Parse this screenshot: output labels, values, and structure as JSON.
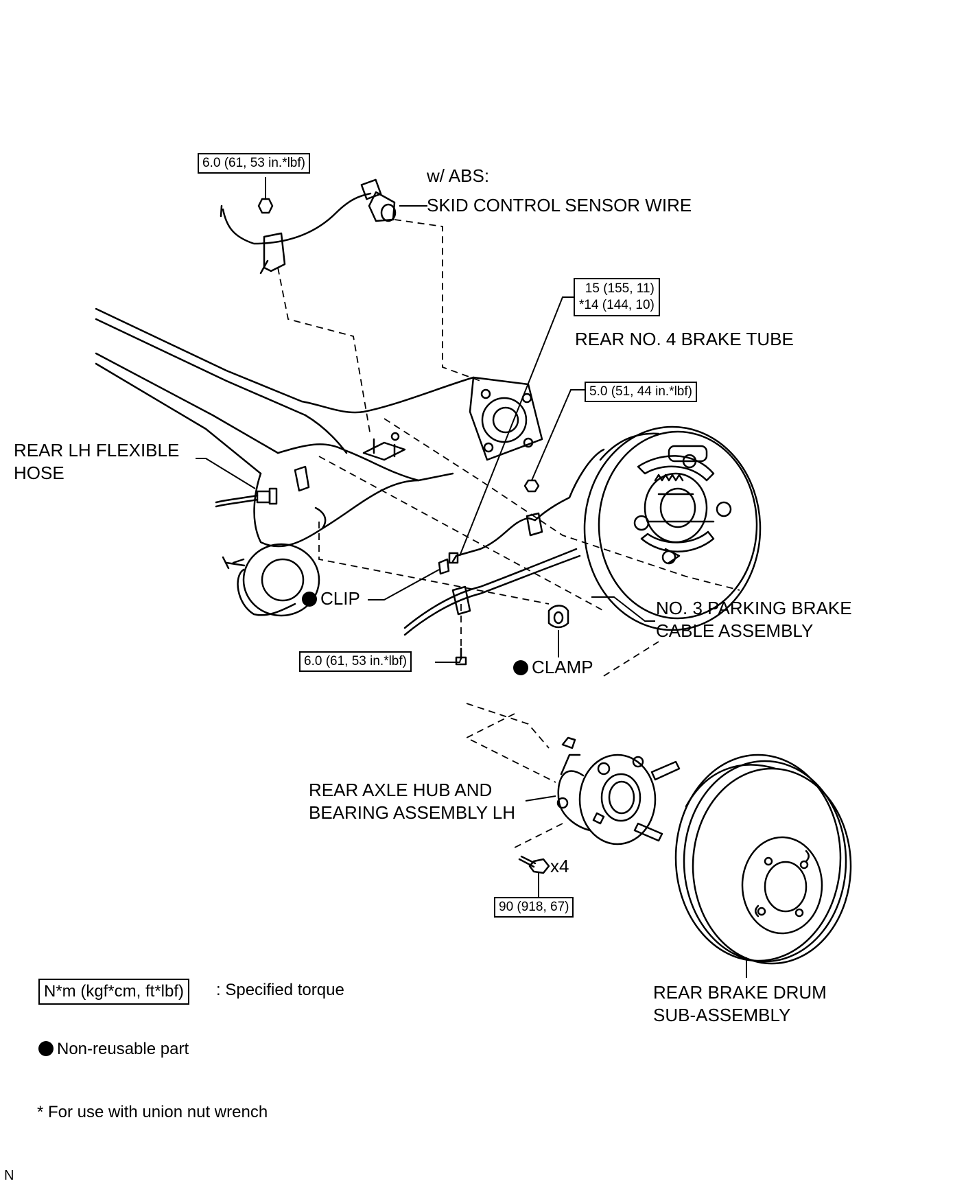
{
  "labels": {
    "w_abs": "w/ ABS:",
    "skid_control_sensor_wire": "SKID CONTROL SENSOR WIRE",
    "rear_no4_brake_tube": "REAR NO. 4 BRAKE TUBE",
    "rear_lh_flexible_hose_line1": "REAR LH FLEXIBLE",
    "rear_lh_flexible_hose_line2": "HOSE",
    "clip": "CLIP",
    "clamp": "CLAMP",
    "parking_brake_cable_line1": "NO. 3 PARKING BRAKE",
    "parking_brake_cable_line2": "CABLE ASSEMBLY",
    "axle_hub_line1": "REAR AXLE HUB AND",
    "axle_hub_line2": "BEARING ASSEMBLY LH",
    "brake_drum_line1": "REAR BRAKE DRUM",
    "brake_drum_line2": "SUB-ASSEMBLY",
    "bolt_quantity": "x4"
  },
  "torque_specs": {
    "sensor_bolt": "6.0 (61, 53 in.*lbf)",
    "brake_tube_standard": "15 (155, 11)",
    "brake_tube_union_wrench": "*14 (144, 10)",
    "backing_plate_nut": "5.0 (51, 44 in.*lbf)",
    "cable_bolt": "6.0 (61, 53 in.*lbf)",
    "hub_bolts": "90 (918, 67)"
  },
  "legend": {
    "torque_units": "N*m (kgf*cm, ft*lbf)",
    "torque_desc": ": Specified torque",
    "non_reusable": "Non-reusable part",
    "footnote": "* For use with union nut wrench"
  },
  "corner_mark": "N"
}
